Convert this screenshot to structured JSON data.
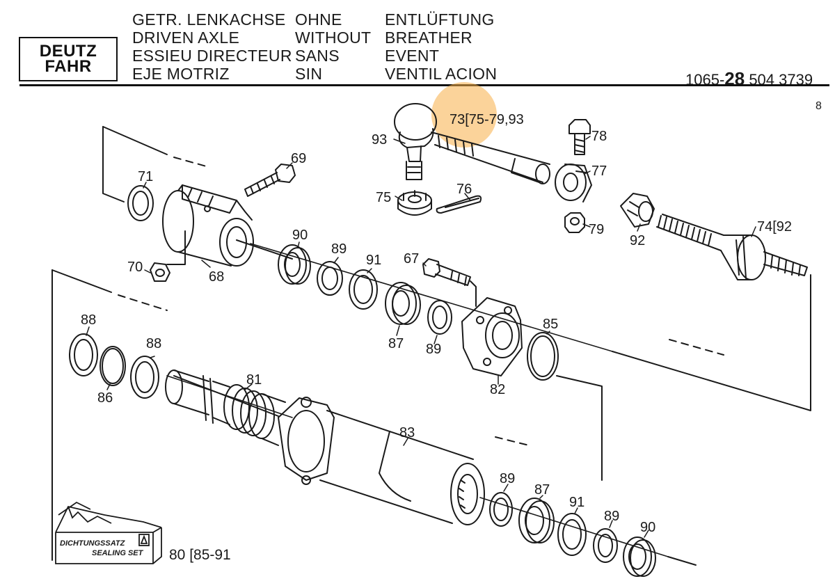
{
  "header": {
    "brand": [
      "DEUTZ",
      "FAHR"
    ],
    "col_de": [
      "GETR. LENKACHSE",
      "DRIVEN AXLE",
      "ESSIEU DIRECTEUR",
      "EJE MOTRIZ"
    ],
    "col_without": [
      "OHNE",
      "WITHOUT",
      "SANS",
      "SIN"
    ],
    "col_breather": [
      "ENTLÜFTUNG",
      "BREATHER",
      "EVENT",
      "VENTIL ACION"
    ],
    "ref_prefix": "1065-",
    "ref_bold": "28",
    "ref_suffix": " 504 3739",
    "page": "8"
  },
  "callouts": [
    {
      "id": "73",
      "text": "73[75-79,93"
    },
    {
      "id": "93",
      "text": "93"
    },
    {
      "id": "78",
      "text": "78"
    },
    {
      "id": "77",
      "text": "77"
    },
    {
      "id": "76",
      "text": "76"
    },
    {
      "id": "75",
      "text": "75"
    },
    {
      "id": "79",
      "text": "79"
    },
    {
      "id": "92",
      "text": "92"
    },
    {
      "id": "74",
      "text": "74[92"
    },
    {
      "id": "69",
      "text": "69"
    },
    {
      "id": "71",
      "text": "71"
    },
    {
      "id": "70",
      "text": "70"
    },
    {
      "id": "68",
      "text": "68"
    },
    {
      "id": "90a",
      "text": "90"
    },
    {
      "id": "89a",
      "text": "89"
    },
    {
      "id": "91a",
      "text": "91"
    },
    {
      "id": "67",
      "text": "67"
    },
    {
      "id": "87a",
      "text": "87"
    },
    {
      "id": "89b",
      "text": "89"
    },
    {
      "id": "85",
      "text": "85"
    },
    {
      "id": "82",
      "text": "82"
    },
    {
      "id": "88a",
      "text": "88"
    },
    {
      "id": "88b",
      "text": "88"
    },
    {
      "id": "86",
      "text": "86"
    },
    {
      "id": "81",
      "text": "81"
    },
    {
      "id": "83",
      "text": "83"
    },
    {
      "id": "89c",
      "text": "89"
    },
    {
      "id": "87b",
      "text": "87"
    },
    {
      "id": "91b",
      "text": "91"
    },
    {
      "id": "89d",
      "text": "89"
    },
    {
      "id": "90b",
      "text": "90"
    }
  ],
  "kit": {
    "line1": "DICHTUNGSSATZ",
    "line2": "SEALING SET",
    "range": "80 [85-91"
  }
}
